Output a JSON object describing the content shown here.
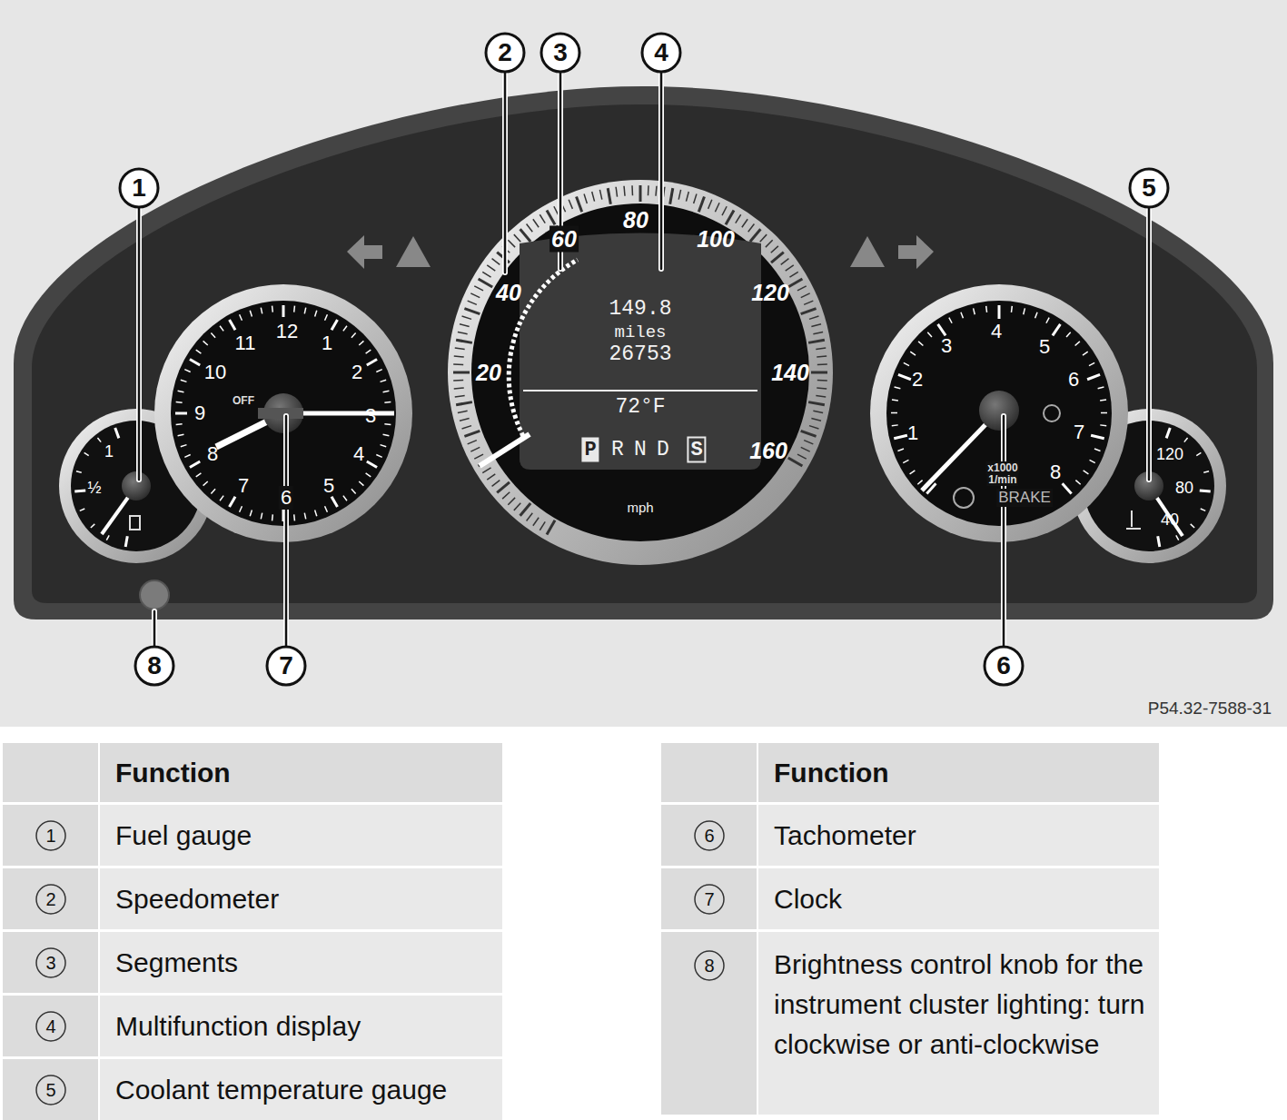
{
  "diagram": {
    "labels": [
      "2",
      "3",
      "4",
      "1",
      "5",
      "80",
      "60",
      "100",
      "40",
      "120",
      "20",
      "140",
      "160",
      "149.8",
      "miles",
      "26753",
      "72°F",
      "P",
      "R",
      "N",
      "D",
      "S",
      "mph",
      "12",
      "11",
      "1",
      "10",
      "2",
      "OFF",
      "9",
      "3",
      "8",
      "4",
      "7",
      "6",
      "5",
      "1",
      "½",
      "4",
      "3",
      "5",
      "2",
      "6",
      "1",
      "7",
      "x1000",
      "1/min",
      "8",
      "BRAKE",
      "120",
      "80",
      "40",
      "8",
      "7",
      "6",
      "P54.32-7588-31",
      "Function",
      "1",
      "Fuel gauge",
      "2",
      "Speedometer",
      "3",
      "Segments",
      "4",
      "Multifunction display",
      "5",
      "Coolant temperature gauge",
      "Function",
      "6",
      "Tachometer",
      "7",
      "Clock",
      "8",
      "Brightness control knob for the instrument cluster lighting: turn clockwise or anti-clockwise"
    ]
  }
}
